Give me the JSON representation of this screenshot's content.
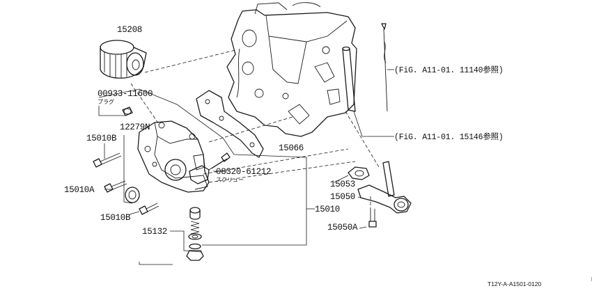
{
  "parts": [
    {
      "id": "p15208",
      "number": "15208"
    },
    {
      "id": "p00933",
      "number": "00933-11600",
      "note": "プラグ"
    },
    {
      "id": "p12279",
      "number": "12279N"
    },
    {
      "id": "p15010B_top",
      "number": "15010B"
    },
    {
      "id": "p15010A",
      "number": "15010A"
    },
    {
      "id": "p15010B_bot",
      "number": "15010B"
    },
    {
      "id": "p15132",
      "number": "15132"
    },
    {
      "id": "p08320",
      "number": "08320-61212",
      "note": "スクリュー"
    },
    {
      "id": "p15066",
      "number": "15066"
    },
    {
      "id": "p15010",
      "number": "15010"
    },
    {
      "id": "p15053",
      "number": "15053"
    },
    {
      "id": "p15050",
      "number": "15050"
    },
    {
      "id": "p15050A",
      "number": "15050A"
    }
  ],
  "references": [
    {
      "id": "ref_dipstick",
      "text": "(FiG. A11-01. 11140参照)"
    },
    {
      "id": "ref_guide",
      "text": "(FiG. A11-01. 15146参照)"
    }
  ],
  "diagram_code": "T12Y-A-A1501-0120"
}
